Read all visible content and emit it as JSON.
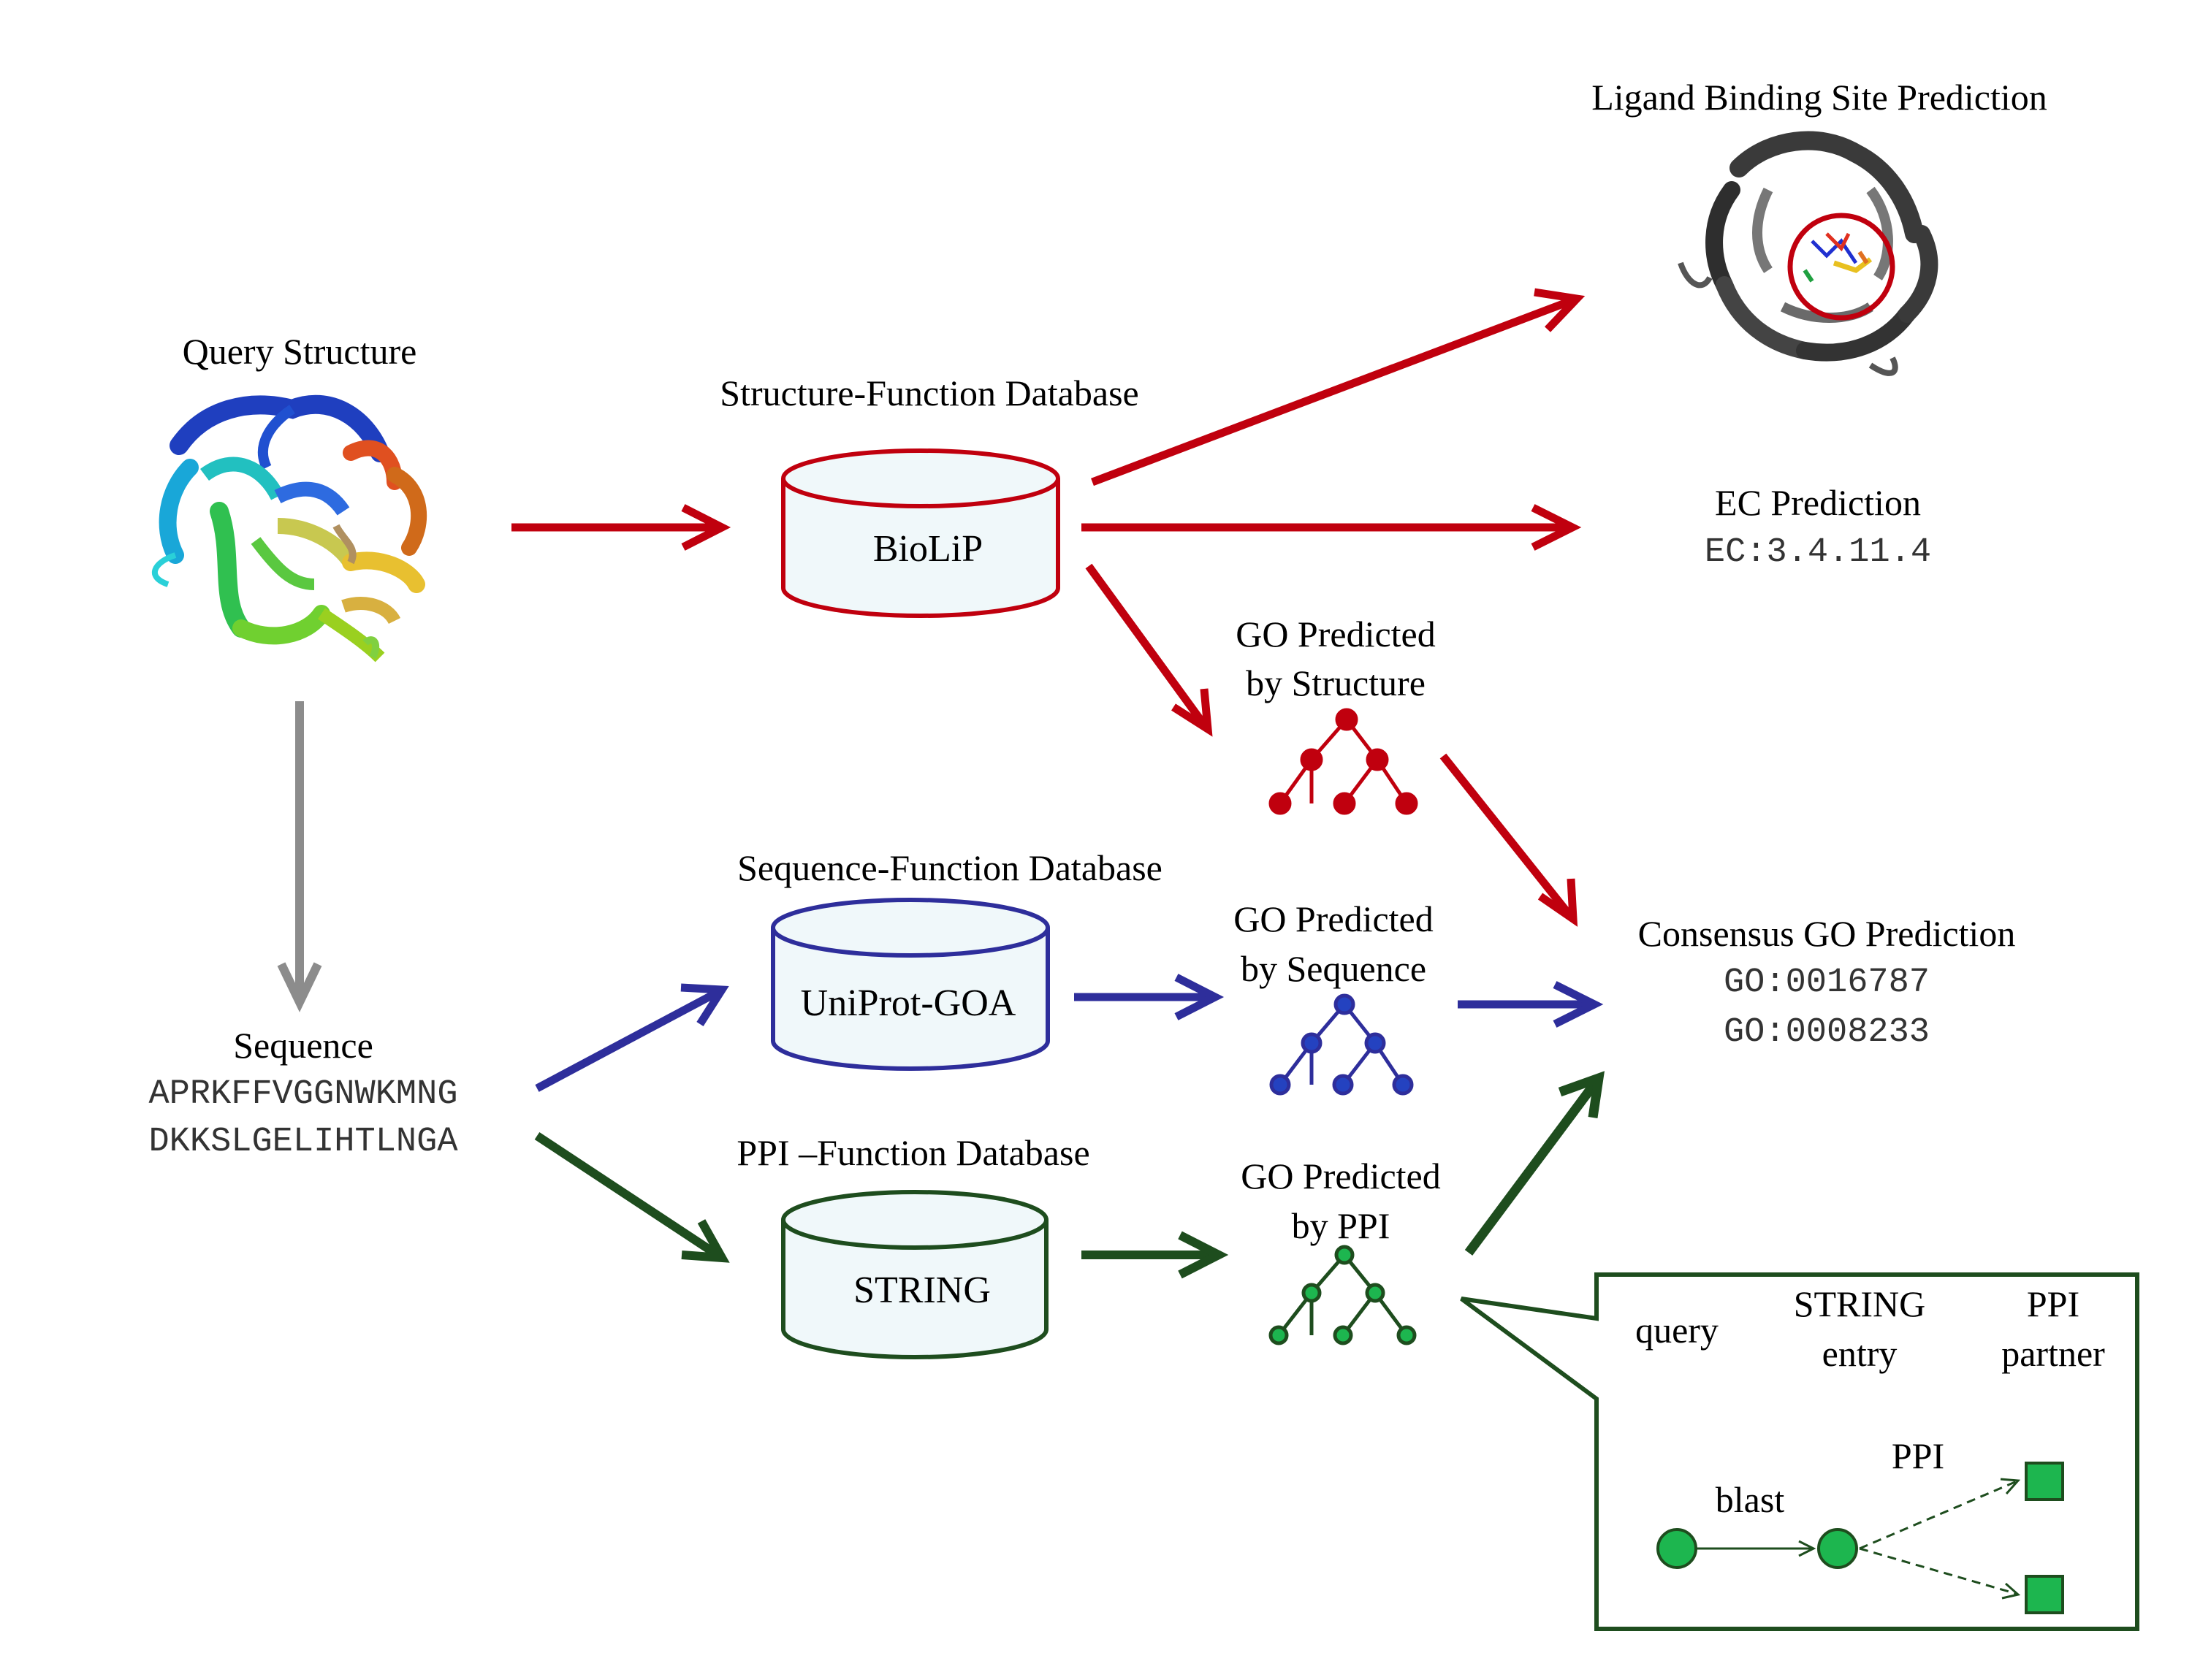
{
  "query_structure": {
    "label": "Query Structure"
  },
  "sequence": {
    "label": "Sequence",
    "line1": "APRKFFVGGNWKMNG",
    "line2": "DKKSLGELIHTLNGA"
  },
  "databases": {
    "structure": {
      "title": "Structure-Function Database",
      "name": "BioLiP"
    },
    "sequence": {
      "title": "Sequence-Function Database",
      "name": "UniProt-GOA"
    },
    "ppi": {
      "title": "PPI –Function Database",
      "name": "STRING"
    }
  },
  "ligand": {
    "title": "Ligand Binding Site Prediction"
  },
  "ec": {
    "title": "EC  Prediction",
    "value": "EC:3.4.11.4"
  },
  "go_structure": {
    "line1": "GO Predicted",
    "line2": "by Structure"
  },
  "go_sequence": {
    "line1": "GO Predicted",
    "line2": "by Sequence"
  },
  "go_ppi": {
    "line1": "GO Predicted",
    "line2": "by PPI"
  },
  "consensus": {
    "title": "Consensus GO Prediction",
    "term1": "GO:0016787",
    "term2": "GO:0008233"
  },
  "inset": {
    "query": "query",
    "string_line1": "STRING",
    "string_line2": "entry",
    "ppi_line1": "PPI",
    "ppi_line2": "partner",
    "blast": "blast",
    "ppi": "PPI"
  },
  "colors": {
    "structure": "#c0000e",
    "sequence": "#2e2e9b",
    "ppi": "#1e4d1e",
    "gray": "#8c8c8c",
    "db_fill": "#f0f8fa",
    "ppi_node": "#1db64f"
  }
}
